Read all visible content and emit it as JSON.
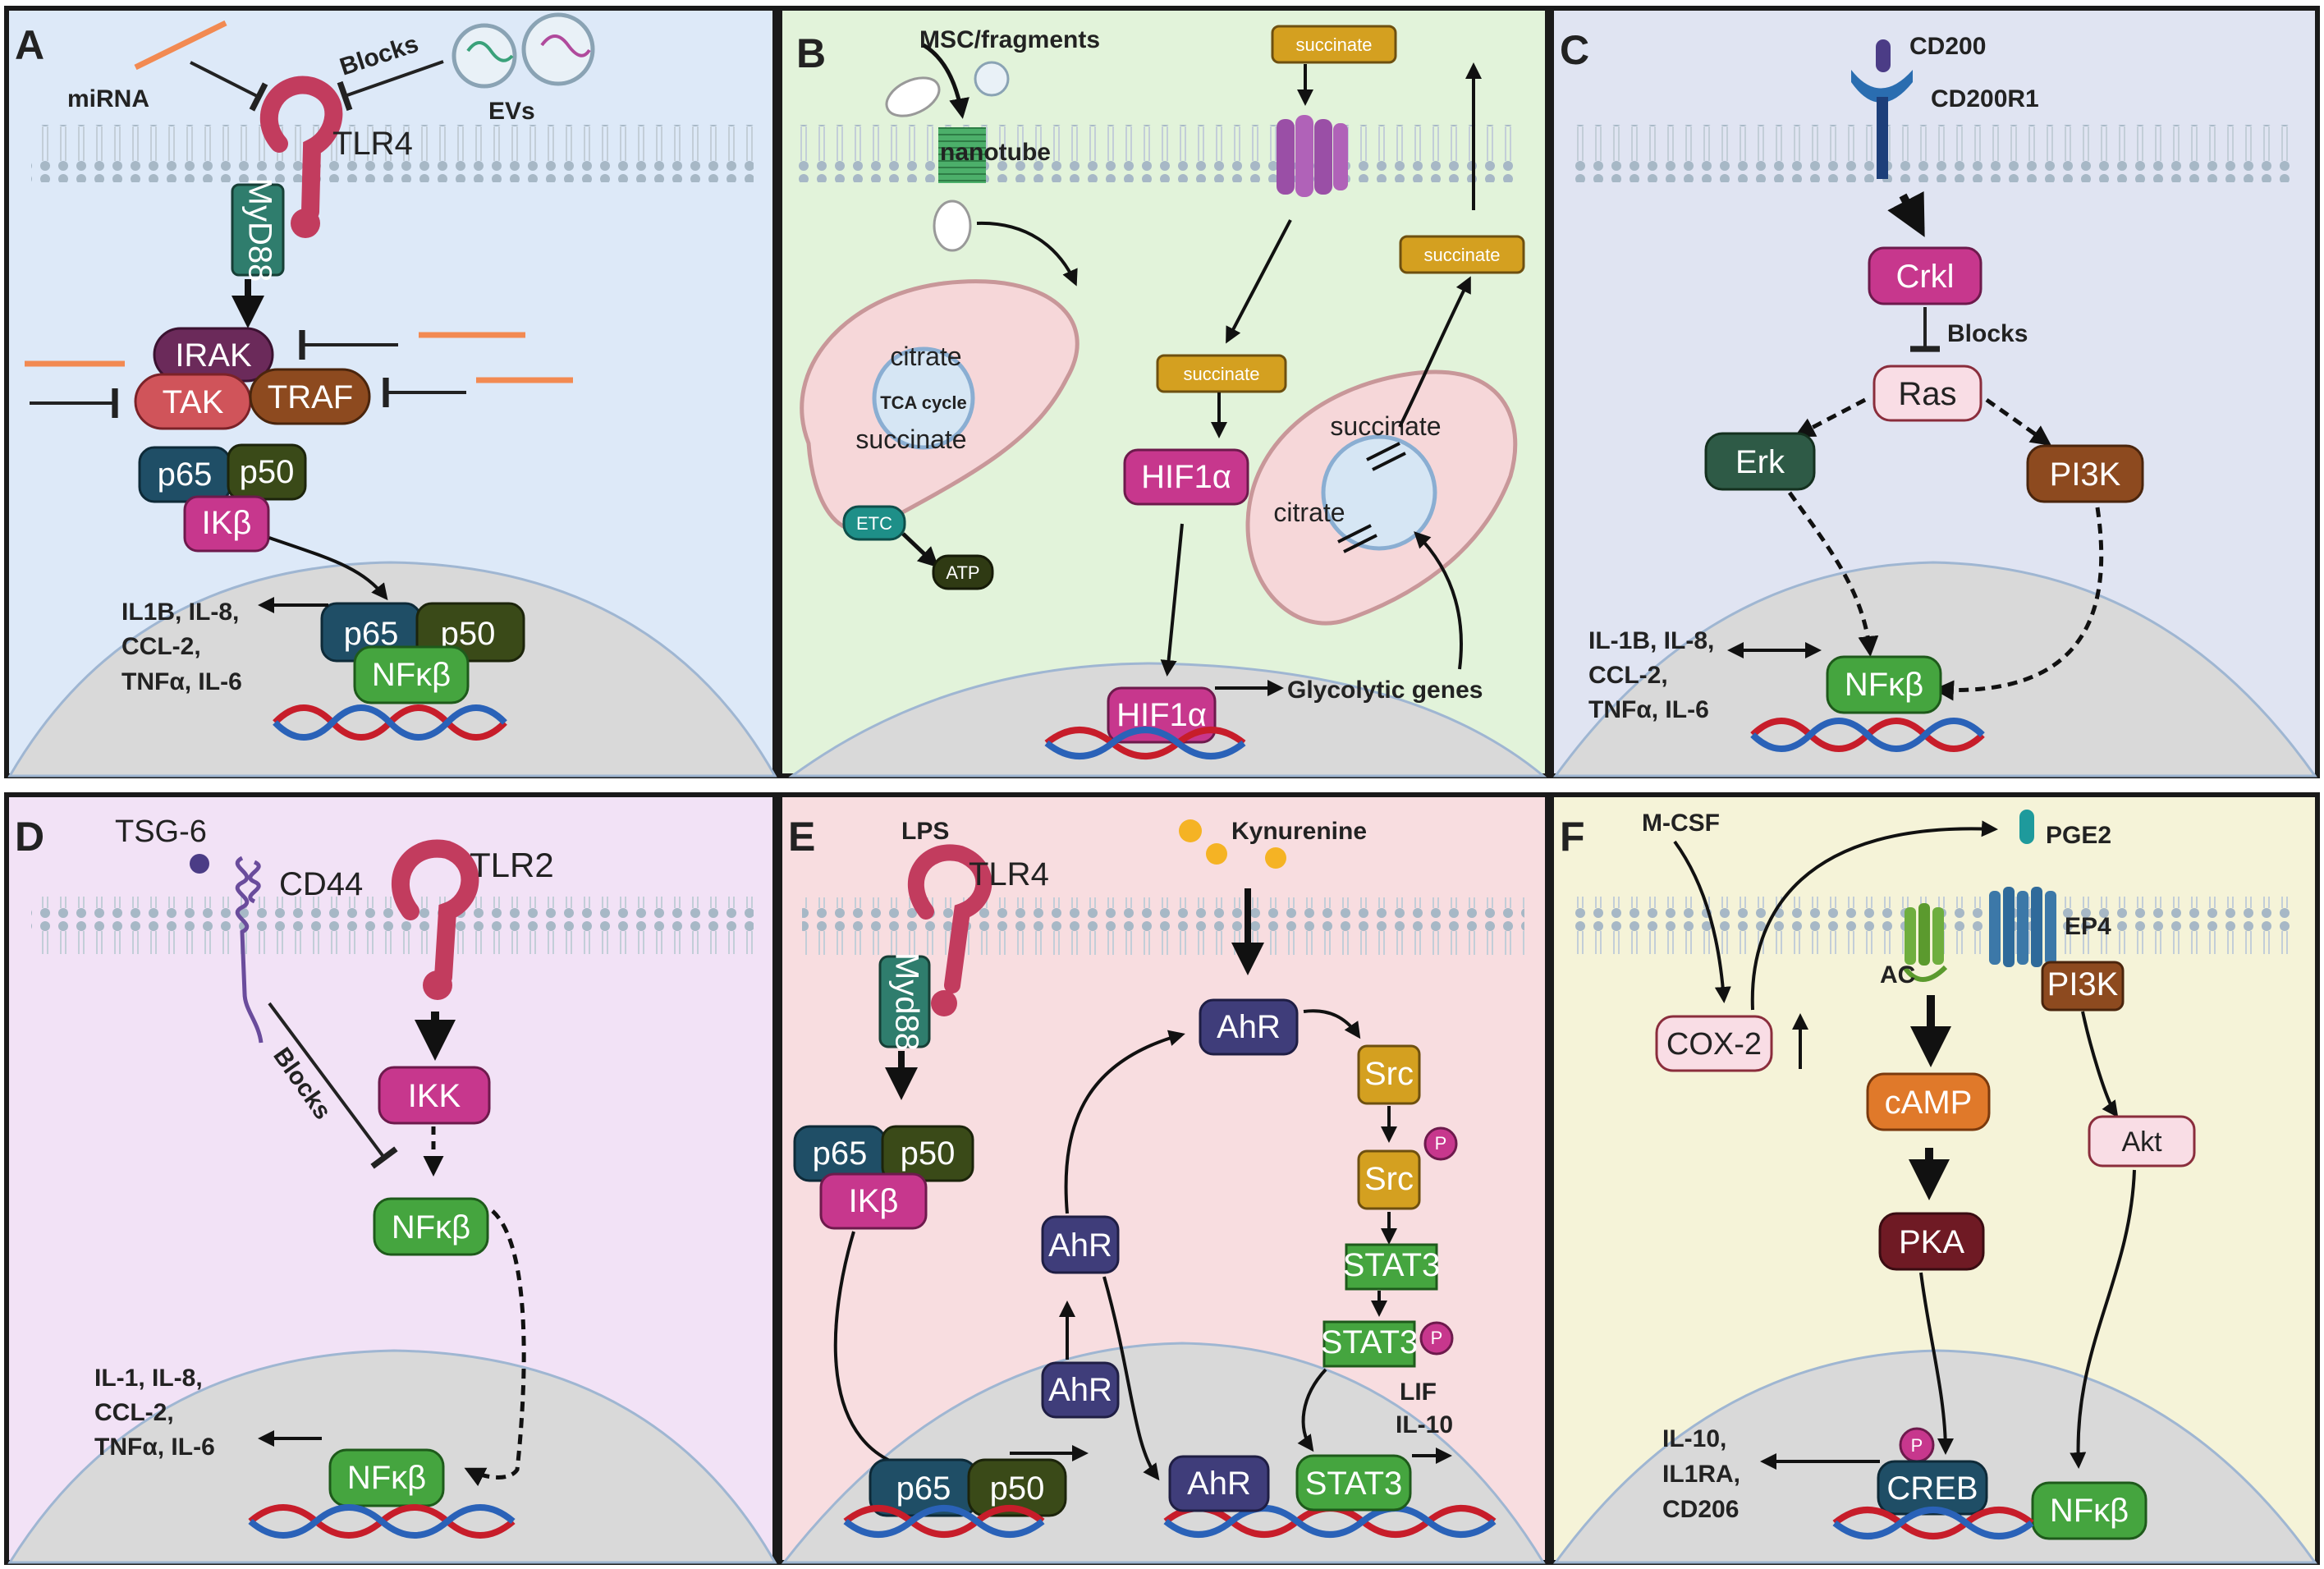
{
  "colors": {
    "panel_a": "#dde9f8",
    "panel_b": "#e2f3da",
    "panel_c": "#e0e4f2",
    "panel_d": "#f2e2f6",
    "panel_e": "#f8dde0",
    "panel_f": "#f5f3d8",
    "magenta": "#c7378d",
    "green": "#45a53f",
    "dark_teal": "#2f7d6d",
    "gold": "#d4a020",
    "purple_navy": "#3f3d7a",
    "pink_light": "#f9dde5",
    "olive_dark": "#2f3a13",
    "navy_teal": "#1f4e66",
    "brown": "#8d4a1f",
    "maroon": "#6f1a24",
    "orange": "#e0792a",
    "dark_green": "#2e5a46",
    "dna_red": "#c71d2a",
    "dna_blue": "#2a62b8",
    "tlr_red": "#c23c5e",
    "rna_orange": "#f28a52"
  },
  "panels": {
    "a": {
      "letter": "A",
      "mirna_label": "miRNA",
      "blocks_label": "Blocks",
      "evs_label": "EVs",
      "tlr4": "TLR4",
      "myd88": "MyD88",
      "irak": "IRAK",
      "tak": "TAK",
      "traf": "TRAF",
      "p65": "p65",
      "p50": "p50",
      "ikb": "IKβ",
      "p65_n": "p65",
      "p50_n": "p50",
      "nfkb": "NFκβ",
      "genes": [
        "IL1B, IL-8,",
        "CCL-2,",
        "TNFα, IL-6"
      ]
    },
    "b": {
      "letter": "B",
      "msc": "MSC/fragments",
      "nanotube": "nanotube",
      "succinate_top": "succinate",
      "citrate_1": "citrate",
      "tca": "TCA cycle",
      "succinate_1": "succinate",
      "etc": "ETC",
      "atp": "ATP",
      "succinate_mid": "succinate",
      "succinate_right": "succinate",
      "hif_1": "HIF1α",
      "hif_2": "HIF1α",
      "succinate_2": "succinate",
      "citrate_2": "citrate",
      "glycolytic": "Glycolytic genes"
    },
    "c": {
      "letter": "C",
      "cd200": "CD200",
      "cd200r1": "CD200R1",
      "crkl": "Crkl",
      "blocks": "Blocks",
      "ras": "Ras",
      "erk": "Erk",
      "pi3k": "PI3K",
      "nfkb": "NFκβ",
      "genes": [
        "IL-1B, IL-8,",
        "CCL-2,",
        "TNFα, IL-6"
      ]
    },
    "d": {
      "letter": "D",
      "tsg6": "TSG-6",
      "cd44": "CD44",
      "tlr2": "TLR2",
      "ikk": "IKK",
      "nfkb_1": "NFκβ",
      "blocks": "Blocks",
      "nfkb_2": "NFκβ",
      "genes": [
        "IL-1, IL-8,",
        "CCL-2,",
        "TNFα, IL-6"
      ]
    },
    "e": {
      "letter": "E",
      "lps": "LPS",
      "tlr4": "TLR4",
      "myd88": "Myd88",
      "p65": "p65",
      "p50": "p50",
      "ikb": "IKβ",
      "kynurenine": "Kynurenine",
      "ahr_1": "AhR",
      "ahr_2": "AhR",
      "ahr_3": "AhR",
      "ahr_4": "AhR",
      "src_1": "Src",
      "src_2": "Src",
      "stat3_1": "STAT3",
      "stat3_2": "STAT3",
      "stat3_3": "STAT3",
      "p_badge": "P",
      "lif": "LIF",
      "il10": "IL-10",
      "p65_n": "p65",
      "p50_n": "p50"
    },
    "f": {
      "letter": "F",
      "mcsf": "M-CSF",
      "pge2": "PGE2",
      "ep4": "EP4",
      "ac": "AC",
      "cox2": "COX-2",
      "pi3k": "PI3K",
      "camp": "cAMP",
      "akt": "Akt",
      "pka": "PKA",
      "p_badge": "P",
      "creb": "CREB",
      "nfkb": "NFκβ",
      "genes": [
        "IL-10,",
        "IL1RA,",
        "CD206"
      ]
    }
  }
}
